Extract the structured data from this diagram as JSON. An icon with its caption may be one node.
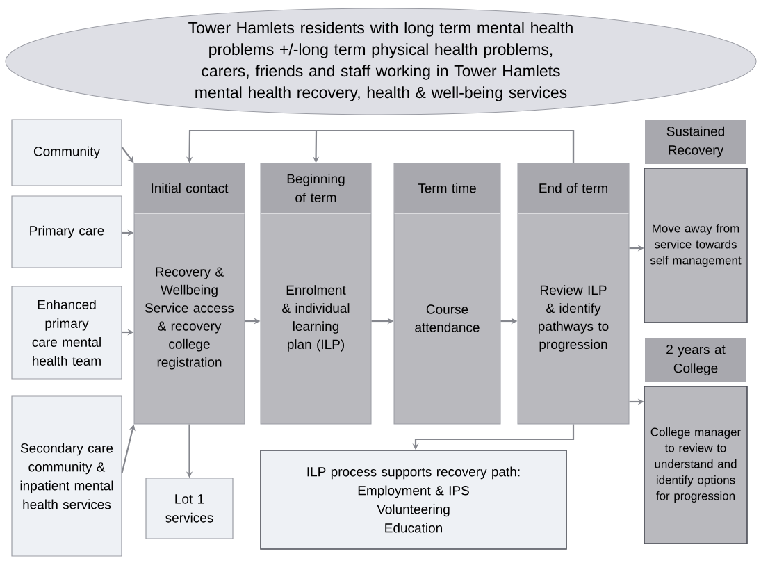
{
  "diagram": {
    "nodes": [
      {
        "text": [
          "Tower Hamlets residents with long term mental health problems +/-long term physical health problems, carers, friends and staff working in Tower Hamlets mental health recovery, health & well-being services"
        ]
      },
      {
        "text": [
          "Community"
        ]
      },
      {
        "text": [
          "Primary care"
        ]
      },
      {
        "text": [
          "Enhanced primary care mental health team"
        ]
      },
      {
        "text": [
          "Secondary care community & inpatient mental health services"
        ]
      },
      {
        "text": [
          "Initial contact",
          "Recovery & Wellbeing Service access & recovery college registration"
        ]
      },
      {
        "text": [
          "Beginning of term",
          "Enrolment & individual learning plan (ILP)"
        ]
      },
      {
        "text": [
          "Term time",
          "Course attendance"
        ]
      },
      {
        "text": [
          "End of term",
          "Review ILP & identify pathways to progression"
        ]
      },
      {
        "text": [
          "Sustained Recovery",
          "Move away from service towards self management"
        ]
      },
      {
        "text": [
          "2 years at College",
          "College manager to review to understand and identify options for progression"
        ]
      },
      {
        "text": [
          "Lot 1 services"
        ]
      },
      {
        "text": [
          "ILP process supports recovery path:",
          "Employment & IPS",
          "Volunteering",
          "Education"
        ]
      }
    ],
    "edges": [
      {
        "from": 1,
        "to": 5,
        "arrow": "to"
      },
      {
        "from": 2,
        "to": 5,
        "arrow": "to"
      },
      {
        "from": 3,
        "to": 5,
        "arrow": "to"
      },
      {
        "from": 4,
        "to": 5,
        "arrow": "to"
      },
      {
        "from": 5,
        "to": 6,
        "arrow": "to"
      },
      {
        "from": 6,
        "to": 7,
        "arrow": "to"
      },
      {
        "from": 7,
        "to": 8,
        "arrow": "to"
      },
      {
        "from": 8,
        "to": 9,
        "arrow": "to"
      },
      {
        "from": 8,
        "to": 10,
        "arrow": "to"
      },
      {
        "from": 5,
        "to": 11,
        "arrow": "to"
      },
      {
        "from": 8,
        "to": 12,
        "arrow": "to"
      },
      {
        "from": 8,
        "to": 5,
        "arrow": "to"
      },
      {
        "from": 8,
        "to": 6,
        "arrow": "to"
      }
    ]
  }
}
